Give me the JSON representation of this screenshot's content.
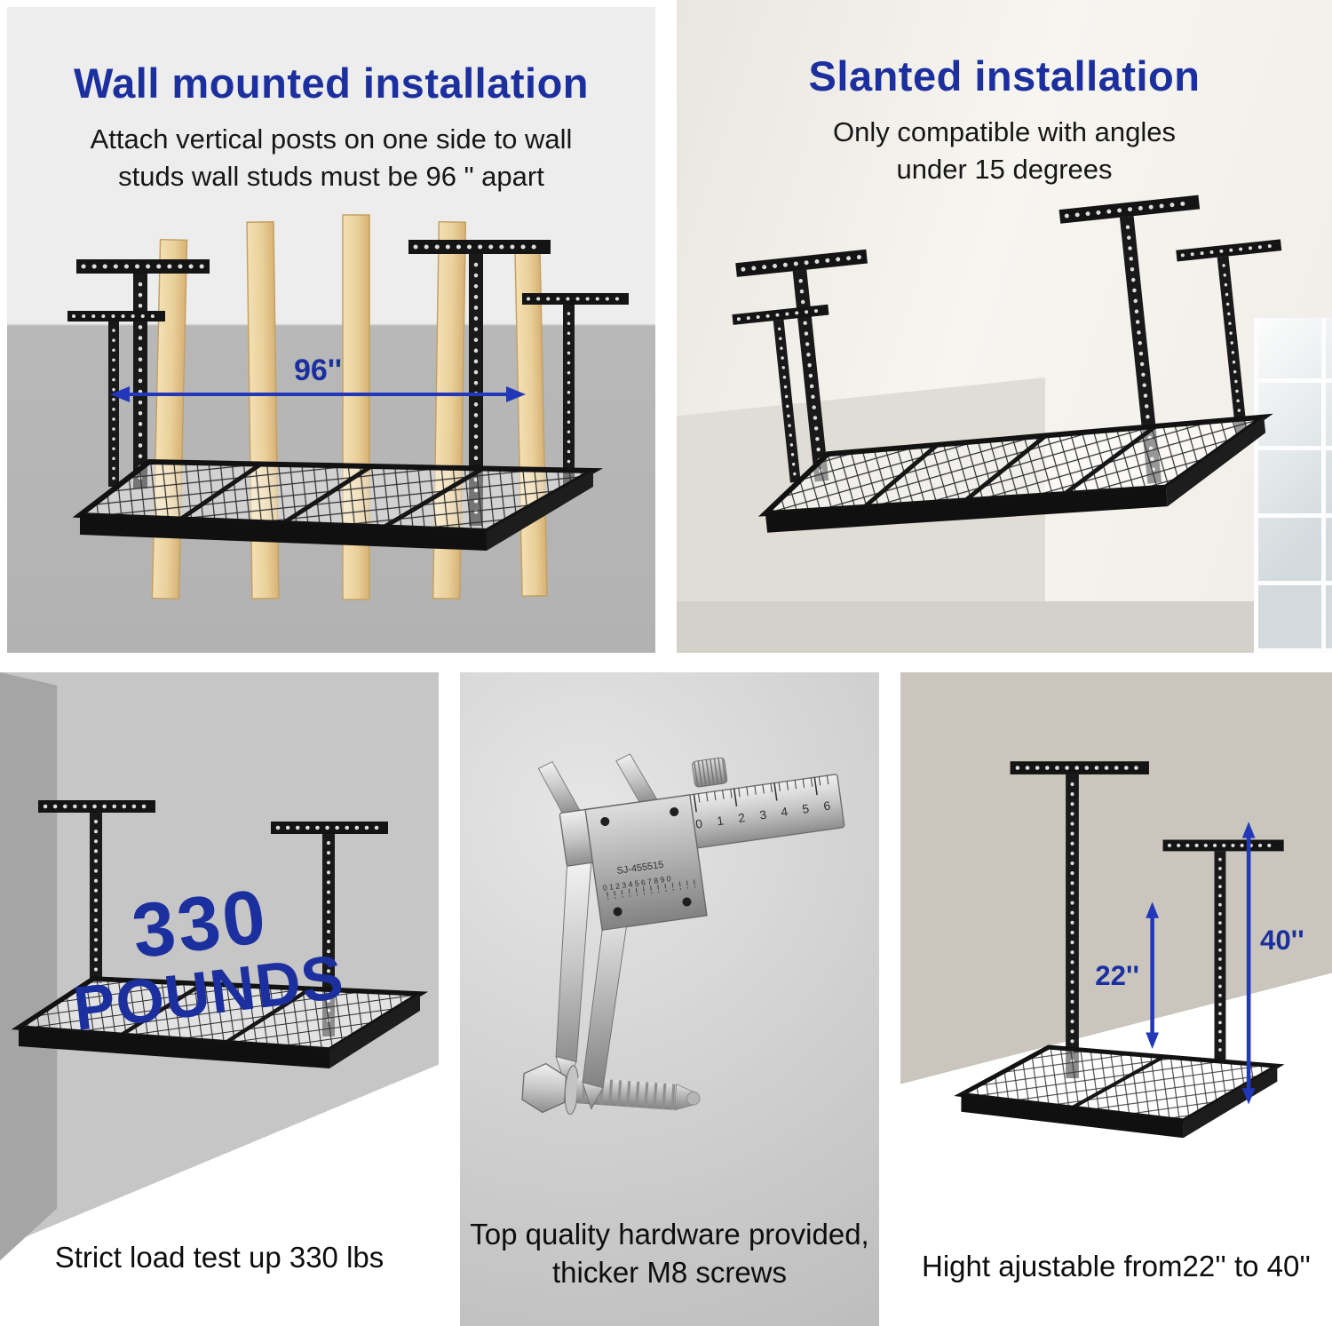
{
  "colors": {
    "heading_blue": "#1c2f9e",
    "arrow_blue": "#2238b8",
    "rack_black": "#181818",
    "wood_tan": "#ead09a"
  },
  "top_left": {
    "title": "Wall mounted installation",
    "subtitle_line1": "Attach vertical posts on one side to wall",
    "subtitle_line2": "studs wall studs must be 96 \" apart",
    "dimension_label": "96''"
  },
  "top_right": {
    "title": "Slanted installation",
    "subtitle_line1": "Only compatible with angles",
    "subtitle_line2": "under 15 degrees"
  },
  "bottom_left": {
    "load_value": "330",
    "load_unit": "POUNDS",
    "caption": "Strict load test up 330 lbs"
  },
  "bottom_middle": {
    "caption_line1": "Top quality hardware provided,",
    "caption_line2": "thicker M8 screws",
    "caliper_model": "SJ-455515",
    "main_scale": "0 1 2 3 4 5 6",
    "vernier_scale": "0 1 2 3 4 5 6 7 8 9 0"
  },
  "bottom_right": {
    "caption": "Hight ajustable from22'' to 40''",
    "height_min_label": "22''",
    "height_max_label": "40''"
  }
}
